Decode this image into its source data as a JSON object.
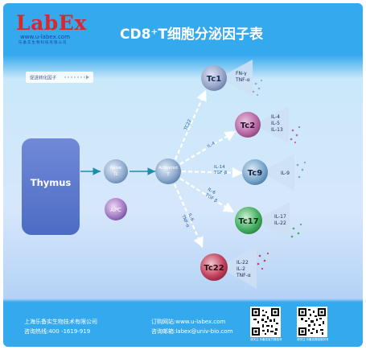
{
  "logo": {
    "brand": "LabEx",
    "url": "www.u-labex.com",
    "tagline": "乐备实生物科技有限公司"
  },
  "title": "CD8⁺T细胞分泌因子表",
  "legend": {
    "label": "促进转化因子"
  },
  "thymus": {
    "label": "Thymus"
  },
  "naive": {
    "line1": "Naive",
    "line2": "Tc"
  },
  "activated": {
    "line1": "Activated",
    "line2": "T"
  },
  "apc": {
    "label": "APC"
  },
  "arrow_labels": {
    "tc1": [
      "TC22"
    ],
    "tc2": [
      "IL-4"
    ],
    "tc9": [
      "IL-14",
      "TGF-β"
    ],
    "tc17": [
      "IL-6",
      "TGF-β"
    ],
    "tc22": [
      "IL-6",
      "TNF-α"
    ]
  },
  "subsets": [
    {
      "name": "Tc1",
      "factors": [
        "FN-γ",
        "TNF-α"
      ]
    },
    {
      "name": "Tc2",
      "factors": [
        "IL-4",
        "IL-5",
        "IL-13"
      ]
    },
    {
      "name": "Tc9",
      "factors": [
        "IL-9"
      ]
    },
    {
      "name": "Tc17",
      "factors": [
        "IL-17",
        "IL-22"
      ]
    },
    {
      "name": "Tc22",
      "factors": [
        "IL-22",
        "IL-2",
        "TNF-α"
      ]
    }
  ],
  "footer": {
    "company": "上海乐备实生物技术有限公司",
    "hotline": "咨询热线:400 -1619-919",
    "website": "订购网站:www.u-labex.com",
    "email": "咨询邮箱:labex@univ-bio.com",
    "qr1_caption": "请关注 乐备实官方微信号",
    "qr2_caption": "请关注 乐备实微信服务号"
  },
  "colors": {
    "tc1": "#98a6c9",
    "tc2": "#b86aa6",
    "tc9": "#7aa7cc",
    "tc17": "#45b062",
    "tc22": "#c2425e",
    "thymus": "#5576cc",
    "apc": "#a67cc8",
    "header_bar": "#35a9ee",
    "logo_red": "#d8282e"
  }
}
